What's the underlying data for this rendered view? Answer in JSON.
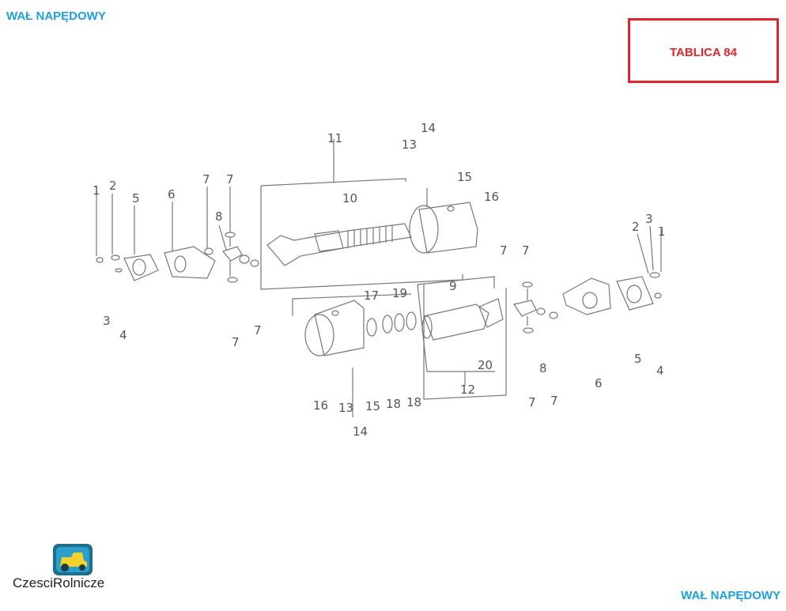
{
  "header": {
    "title": "WAŁ NAPĘDOWY"
  },
  "plate": {
    "label": "TABLICA 84"
  },
  "footer": {
    "title": "WAŁ NAPĘDOWY"
  },
  "logo": {
    "text": "CzesciRolnicze"
  },
  "colors": {
    "accent_blue": "#1da0dc",
    "accent_red": "#e0262c",
    "drawing_ink": "#777777"
  },
  "callouts": [
    "1",
    "2",
    "3",
    "4",
    "5",
    "6",
    "7",
    "8",
    "9",
    "10",
    "11",
    "12",
    "13",
    "14",
    "15",
    "16",
    "17",
    "18",
    "19",
    "20"
  ]
}
